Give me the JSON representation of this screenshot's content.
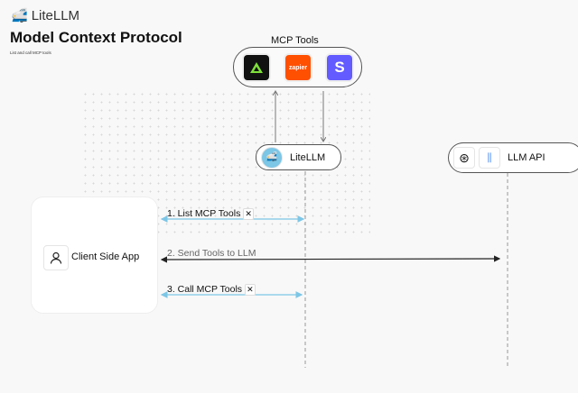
{
  "header": {
    "logo_text": "LiteLLM",
    "title": "Model Context Protocol",
    "subtitle": "List and call MCP tools"
  },
  "mcp_tools": {
    "label": "MCP Tools",
    "tools": [
      {
        "name": "tool-a",
        "color": "#111111"
      },
      {
        "name": "zapier",
        "label": "zapier",
        "color": "#ff4f00"
      },
      {
        "name": "stripe",
        "label": "S",
        "color": "#635bff"
      }
    ]
  },
  "nodes": {
    "litellm": "LiteLLM",
    "llm_api": "LLM API",
    "client": "Client Side App"
  },
  "steps": [
    {
      "label": "1. List MCP Tools",
      "icon": "tools-icon",
      "color": "#7cc6e6"
    },
    {
      "label": "2. Send Tools to LLM",
      "icon": null,
      "color": "#222222"
    },
    {
      "label": "3. Call MCP Tools",
      "icon": "tools-icon",
      "color": "#7cc6e6"
    }
  ]
}
